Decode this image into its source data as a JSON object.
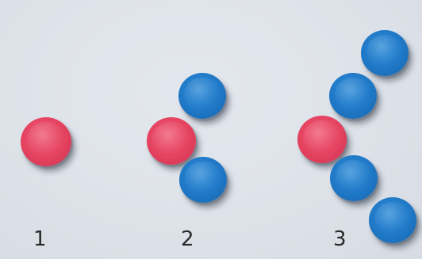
{
  "photo": {
    "description_labels": [
      "1",
      "2",
      "3"
    ],
    "groups": [
      {
        "label": "1",
        "red_chips": 1,
        "blue_chips": 0
      },
      {
        "label": "2",
        "red_chips": 1,
        "blue_chips": 2
      },
      {
        "label": "3",
        "red_chips": 1,
        "blue_chips": 4
      }
    ],
    "colors": {
      "red": "#e4425f",
      "blue": "#1f78c6",
      "background": "#dfe3ea"
    }
  }
}
